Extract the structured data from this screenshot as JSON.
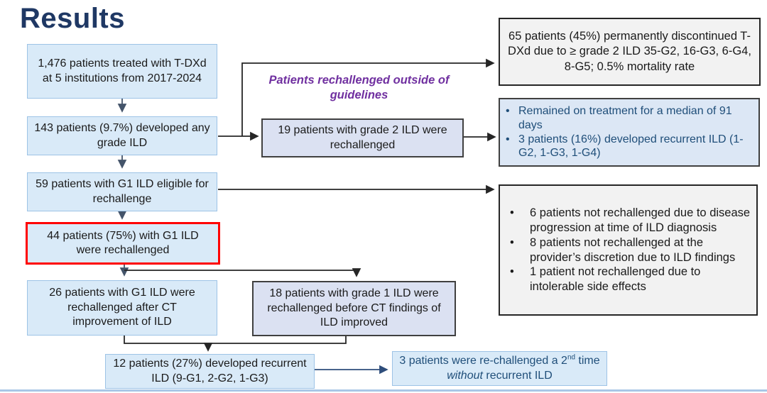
{
  "title": "Results",
  "colors": {
    "title_navy": "#1f3864",
    "highlight_red_border": "#ff0000",
    "accent_purple": "#7030a0",
    "navy_body_text": "#1f4e79",
    "light_blue_fill": "#d9eaf8",
    "periwinkle_fill": "#dbe1f2"
  },
  "guideline_note": "Patients rechallenged outside of guidelines",
  "flow_boxes": {
    "treated": "1,476 patients treated with T-DXd at 5 institutions from 2017-2024",
    "developed_ild": "143 patients (9.7%) developed any grade ILD",
    "eligible": "59 patients with G1 ILD eligible for rechallenge",
    "rechallenged": "44 patients (75%) with G1 ILD were rechallenged",
    "grade2_rechallenged": "19 patients with grade 2 ILD were rechallenged",
    "rechallenged_after_ct": "26 patients with G1 ILD were rechallenged after CT improvement of ILD",
    "rechallenged_before_ct": "18 patients with grade 1 ILD were rechallenged before CT findings of ILD improved",
    "recurrent_ild": "12 patients (27%) developed recurrent ILD (9-G1, 2-G2, 1-G3)"
  },
  "side_boxes": {
    "discontinued": "65 patients (45%) permanently discontinued T-DXd due to ≥ grade 2 ILD 35-G2, 16-G3, 6-G4, 8-G5; 0.5% mortality rate",
    "grade2_outcome_bullets": [
      "Remained on treatment for a median of 91 days",
      "3 patients (16%) developed recurrent ILD (1-G2, 1-G3, 1-G4)"
    ],
    "not_rechallenged_bullets": [
      "6 patients not rechallenged due to disease progression at time of ILD diagnosis",
      "8 patients not rechallenged at the provider’s discretion due to ILD findings",
      "1 patient not rechallenged due to intolerable side effects"
    ]
  },
  "second_rechallenge": {
    "part1": "3 patients were re-challenged a 2",
    "superscript": "nd",
    "part2": " time ",
    "italic_word": "without",
    "part3": " recurrent ILD"
  },
  "bullet_glyph": "•"
}
